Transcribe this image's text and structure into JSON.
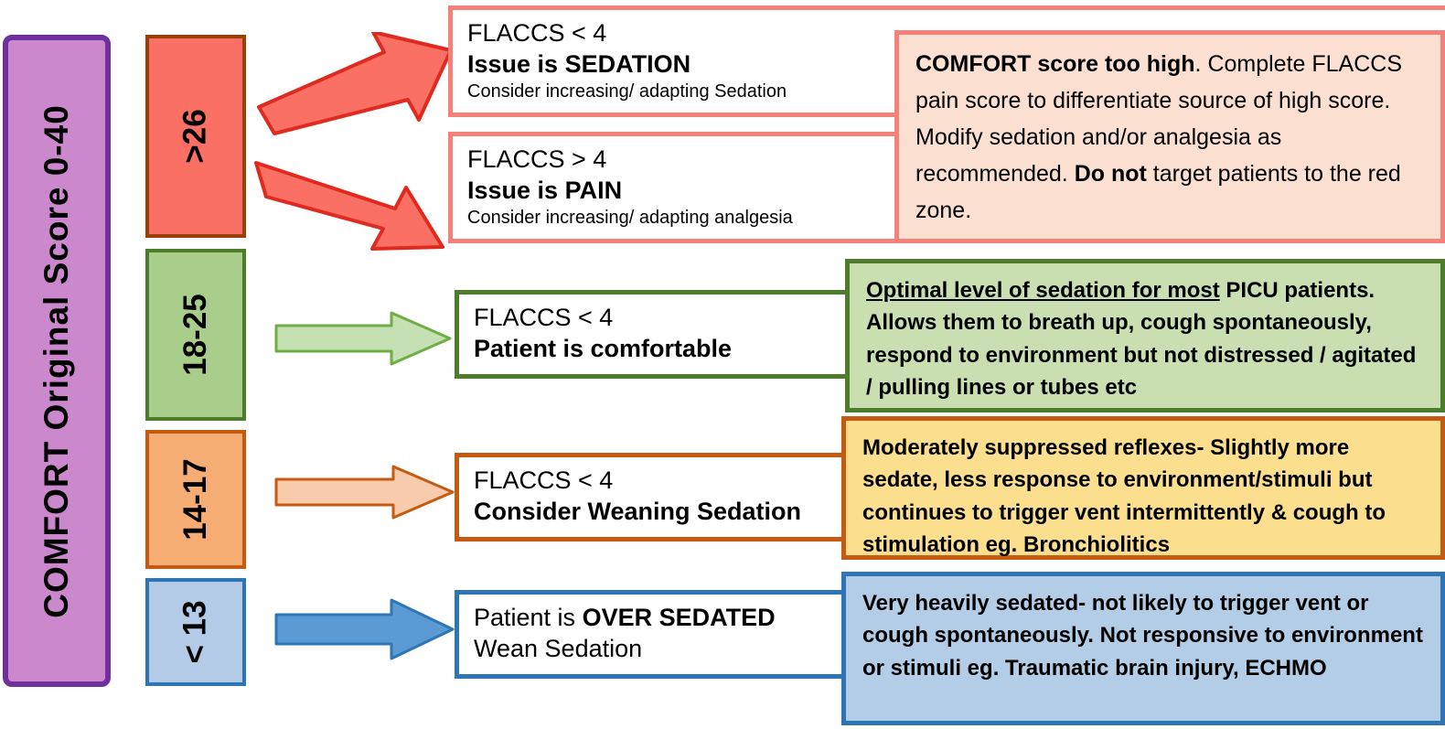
{
  "title_rail": {
    "label": "COMFORT  Original  Score   0-40",
    "fill_color": "#cc88cc",
    "border_color": "#7030a0"
  },
  "zones": [
    {
      "id": "red",
      "score_label": ">26",
      "chip_fill": "#fb7065",
      "chip_border": "#974106",
      "arrow_fill": "#fb7065",
      "arrow_border": "#e0291f",
      "arrow_count": 2,
      "callouts": [
        {
          "line1": "FLACCS < 4",
          "line2": "Issue is SEDATION",
          "line3": "Consider increasing/ adapting Sedation",
          "border_color": "#f4817a"
        },
        {
          "line1": "FLACCS > 4",
          "line2": "Issue is PAIN",
          "line3": "Consider increasing/ adapting analgesia",
          "border_color": "#f4817a"
        }
      ],
      "panel": {
        "fill": "#fbe0d2",
        "border": "#f4817a",
        "bold_lead": "COMFORT score too high",
        "body": ". Complete FLACCS pain score to differentiate source of high score. Modify sedation and/or analgesia as recommended. ",
        "bold_tail": "Do not",
        "tail_rest": " target patients to the red zone."
      }
    },
    {
      "id": "green",
      "score_label": "18-25",
      "chip_fill": "#a9cd8b",
      "chip_border": "#4d7d2a",
      "arrow_fill": "#c5e0b3",
      "arrow_border": "#70ad47",
      "arrow_count": 1,
      "callouts": [
        {
          "line1": "FLACCS < 4",
          "line2": "Patient is comfortable",
          "line3": "",
          "border_color": "#4d7d2a"
        }
      ],
      "panel": {
        "fill": "#cadfb1",
        "border": "#4d7d2a",
        "underline_lead": "Optimal level of sedation for most",
        "body": " PICU patients. Allows them to breath up, cough spontaneously, respond to environment but not distressed / agitated / pulling lines or tubes etc"
      }
    },
    {
      "id": "orange",
      "score_label": "14-17",
      "chip_fill": "#f5ad73",
      "chip_border": "#c55a11",
      "arrow_fill": "#f8cbad",
      "arrow_border": "#c55a11",
      "arrow_count": 1,
      "callouts": [
        {
          "line1": "FLACCS < 4",
          "line2": "Consider Weaning Sedation",
          "line3": "",
          "border_color": "#c55a11"
        }
      ],
      "panel": {
        "fill": "#fbdf8f",
        "border": "#c55a11",
        "body": "Moderately suppressed reflexes- Slightly more sedate, less response to environment/stimuli but continues to trigger vent intermittently & cough to stimulation eg. Bronchiolitics"
      }
    },
    {
      "id": "blue",
      "score_label": "< 13",
      "chip_fill": "#b4cbe7",
      "chip_border": "#2e75b6",
      "arrow_fill": "#5b9bd5",
      "arrow_border": "#2e75b6",
      "arrow_count": 1,
      "callouts": [
        {
          "line1_plain": "Patient is ",
          "line1_bold": "OVER SEDATED",
          "line2": "Wean Sedation",
          "border_color": "#2e75b6"
        }
      ],
      "panel": {
        "fill": "#b4cde7",
        "border": "#2e75b6",
        "body": "Very heavily sedated- not likely to trigger vent or cough spontaneously. Not responsive to environment or stimuli eg. Traumatic brain injury, ECHMO"
      }
    }
  ]
}
